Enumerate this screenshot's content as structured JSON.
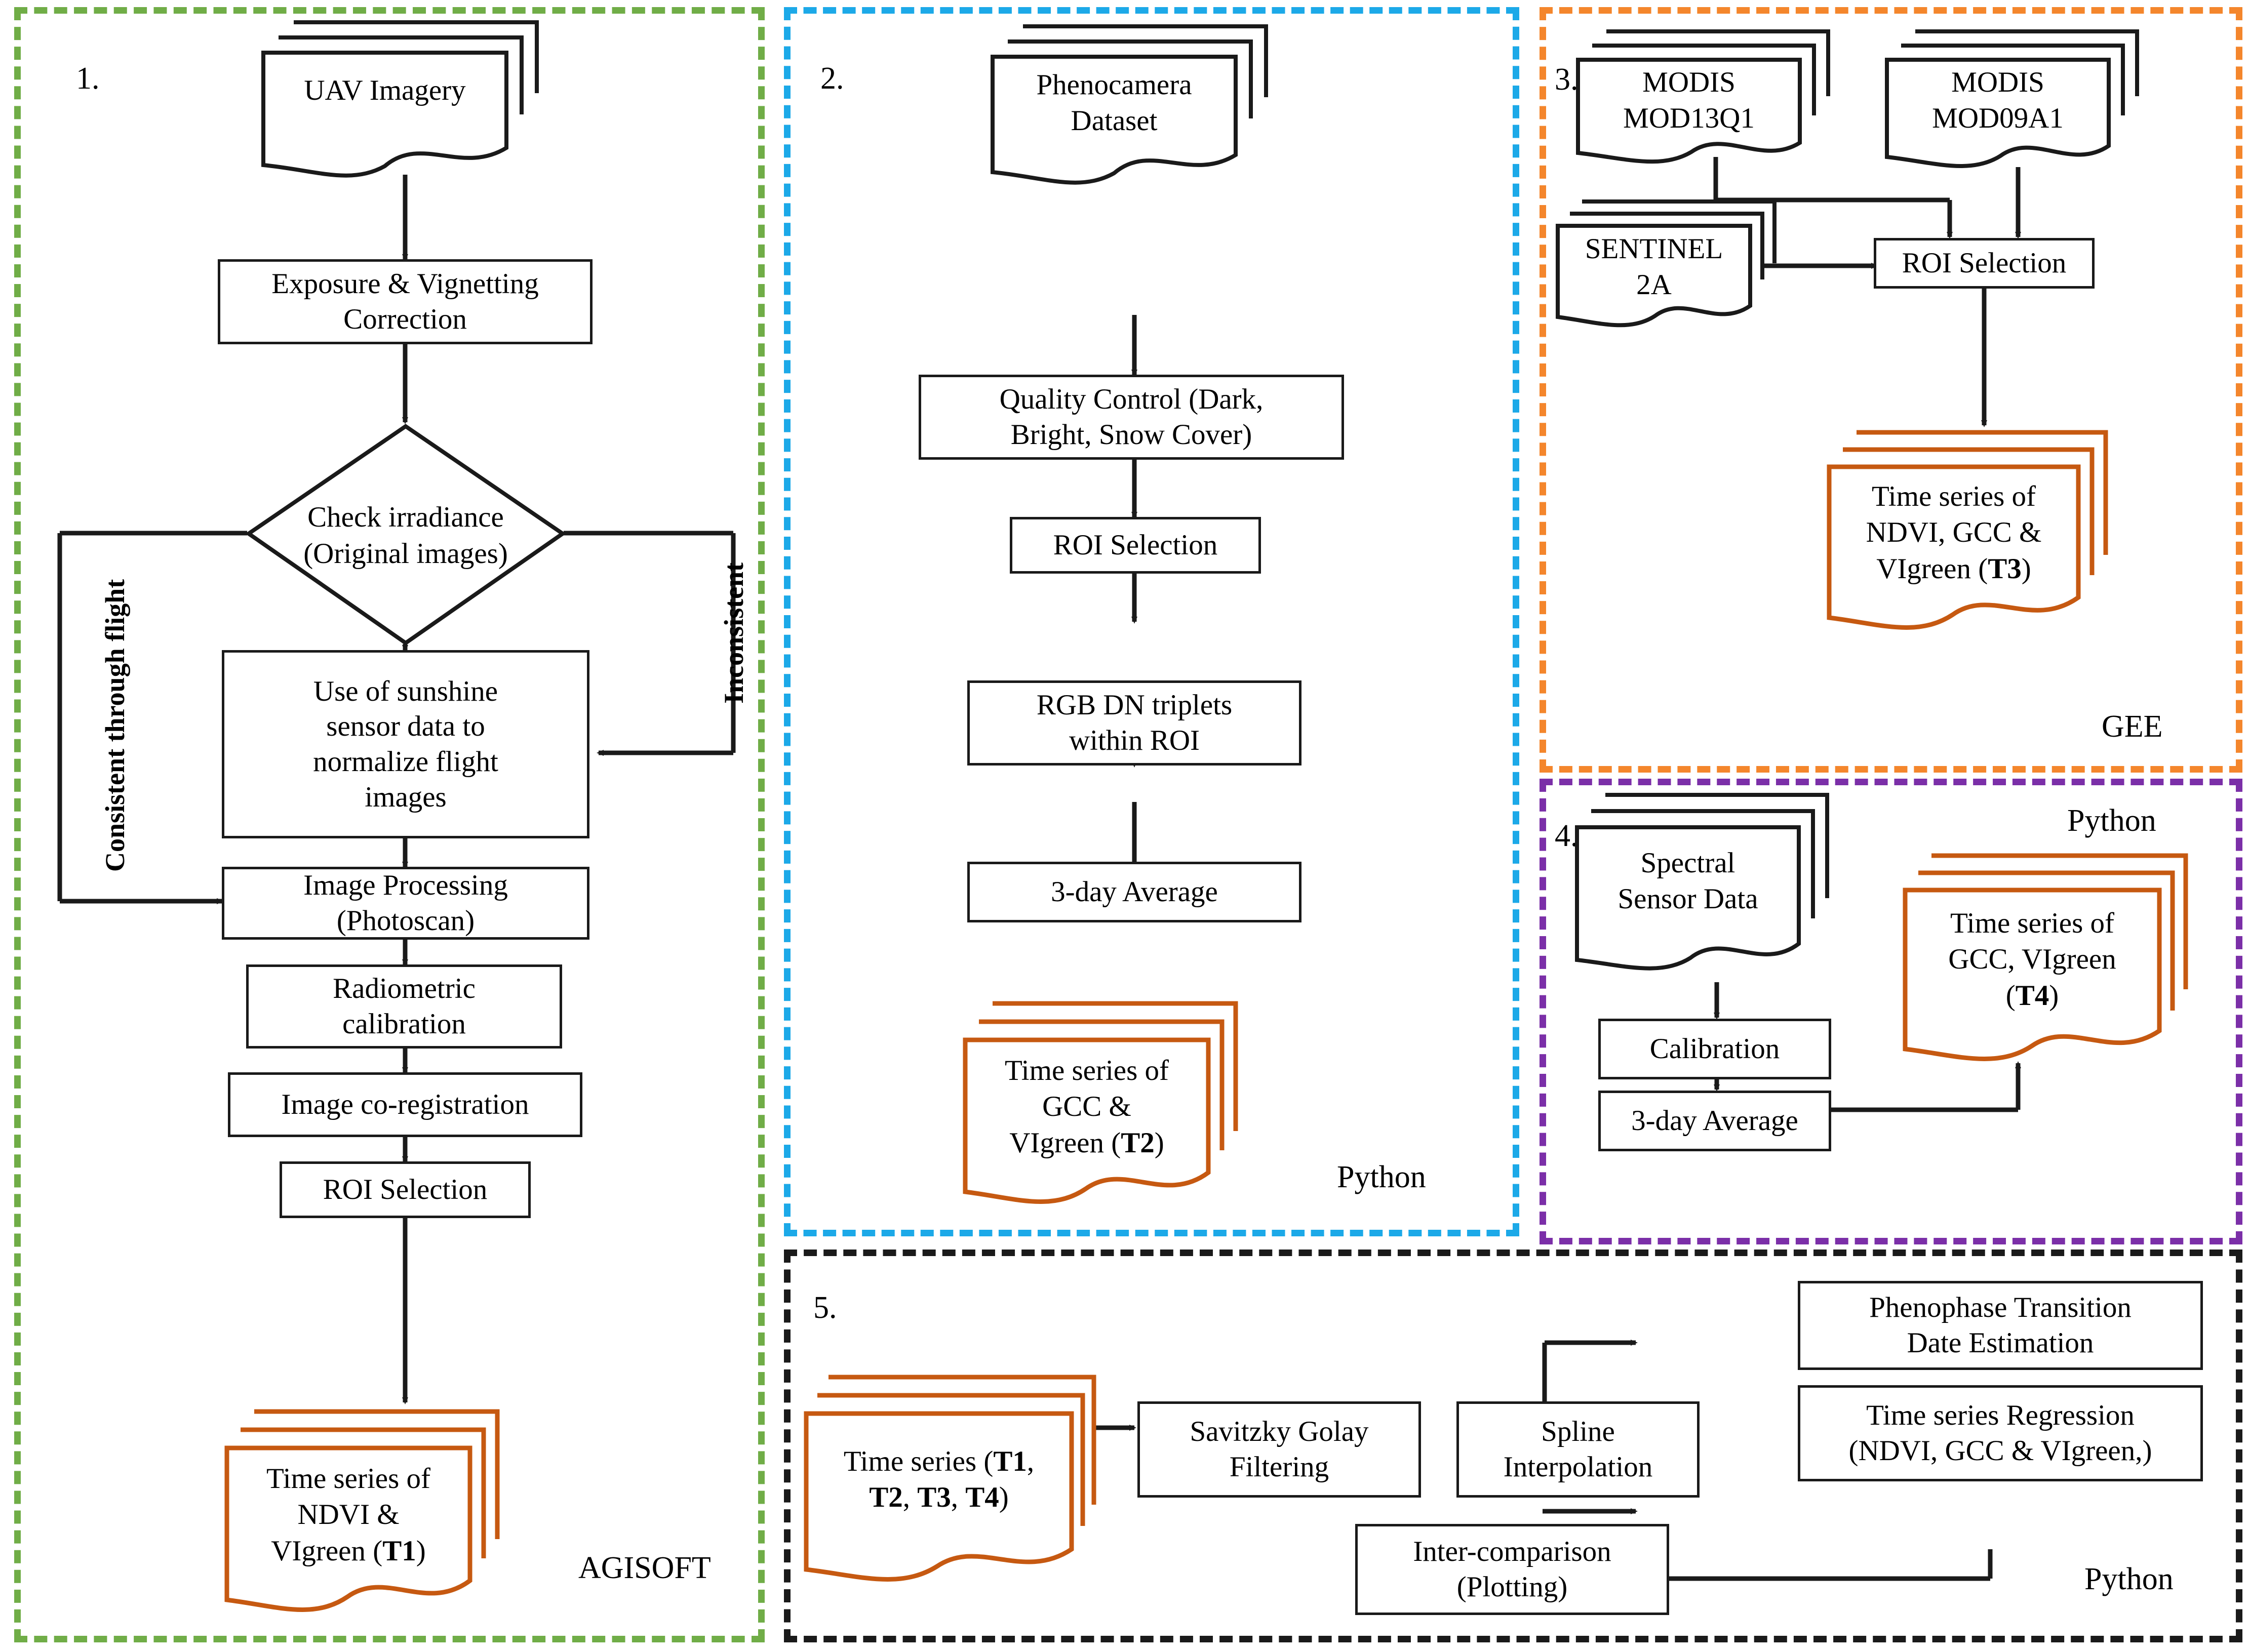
{
  "panels": [
    {
      "id": "1",
      "number": "1.",
      "tool": "AGISOFT",
      "color": "#70AD47"
    },
    {
      "id": "2",
      "number": "2.",
      "tool": "Python",
      "color": "#1CA9E8"
    },
    {
      "id": "3",
      "number": "3.",
      "tool": "GEE",
      "color": "#F4862C"
    },
    {
      "id": "4",
      "number": "4.",
      "tool": "Python",
      "color": "#7B2FA8"
    },
    {
      "id": "5",
      "number": "5.",
      "tool": "Python",
      "color": "#1a1a1a"
    }
  ],
  "colors": {
    "green": "#70AD47",
    "blue": "#1CA9E8",
    "orange": "#F4862C",
    "purple": "#7B2FA8",
    "black": "#1a1a1a",
    "doc_orange": "#C65911"
  },
  "panel1": {
    "number": "1.",
    "tool": "AGISOFT",
    "uav_imagery": "UAV Imagery",
    "exposure": "Exposure & Vignetting\nCorrection",
    "exposure_l1": "Exposure & Vignetting",
    "exposure_l2": "Correction",
    "check_irradiance_l1": "Check irradiance",
    "check_irradiance_l2": "(Original images)",
    "edge_consistent": "Consistent through flight",
    "edge_inconsistent": "Inconsistent",
    "sunshine_l1": "Use of sunshine",
    "sunshine_l2": "sensor data to",
    "sunshine_l3": "normalize flight",
    "sunshine_l4": "images",
    "image_processing_l1": "Image Processing",
    "image_processing_l2": "(Photoscan)",
    "radiometric_l1": "Radiometric",
    "radiometric_l2": "calibration",
    "coregistration": "Image co-registration",
    "roi_selection": "ROI Selection",
    "output_l1": "Time series of",
    "output_l2": "NDVI &",
    "output_l3a": "VIgreen (",
    "output_l3b": "T1",
    "output_l3c": ")"
  },
  "panel2": {
    "number": "2.",
    "tool": "Python",
    "phenocam_l1": "Phenocamera",
    "phenocam_l2": "Dataset",
    "quality_l1": "Quality Control (Dark,",
    "quality_l2": "Bright, Snow Cover)",
    "roi_selection": "ROI Selection",
    "rgb_l1": "RGB DN triplets",
    "rgb_l2": "within ROI",
    "three_day": "3-day Average",
    "output_l1": "Time series of",
    "output_l2": "GCC &",
    "output_l3a": "VIgreen (",
    "output_l3b": "T2",
    "output_l3c": ")"
  },
  "panel3": {
    "number": "3.",
    "tool": "GEE",
    "modis13_l1": "MODIS",
    "modis13_l2": "MOD13Q1",
    "modis09_l1": "MODIS",
    "modis09_l2": "MOD09A1",
    "sentinel_l1": "SENTINEL",
    "sentinel_l2": "2A",
    "roi_selection": "ROI Selection",
    "output_l1": "Time series of",
    "output_l2": "NDVI, GCC &",
    "output_l3a": "VIgreen (",
    "output_l3b": "T3",
    "output_l3c": ")"
  },
  "panel4": {
    "number": "4.",
    "tool": "Python",
    "spectral_l1": "Spectral",
    "spectral_l2": "Sensor Data",
    "calibration": "Calibration",
    "three_day": "3-day Average",
    "output_l1": "Time series of",
    "output_l2": "GCC, VIgreen",
    "output_l3a": "(",
    "output_l3b": "T4",
    "output_l3c": ")"
  },
  "panel5": {
    "number": "5.",
    "tool": "Python",
    "timeseries_l1a": "Time series (",
    "timeseries_l1b": "T1",
    "timeseries_l1c": ",",
    "timeseries_l2a": "T2",
    "timeseries_l2b": ", ",
    "timeseries_l2c": "T3",
    "timeseries_l2d": ", ",
    "timeseries_l2e": "T4",
    "timeseries_l2f": ")",
    "savitzky_l1": "Savitzky Golay",
    "savitzky_l2": "Filtering",
    "spline_l1": "Spline",
    "spline_l2": "Interpolation",
    "phenophase_l1": "Phenophase Transition",
    "phenophase_l2": "Date Estimation",
    "regression_l1": "Time series Regression",
    "regression_l2": "(NDVI, GCC & VIgreen,)",
    "intercomparison_l1": "Inter-comparison",
    "intercomparison_l2": "(Plotting)"
  }
}
